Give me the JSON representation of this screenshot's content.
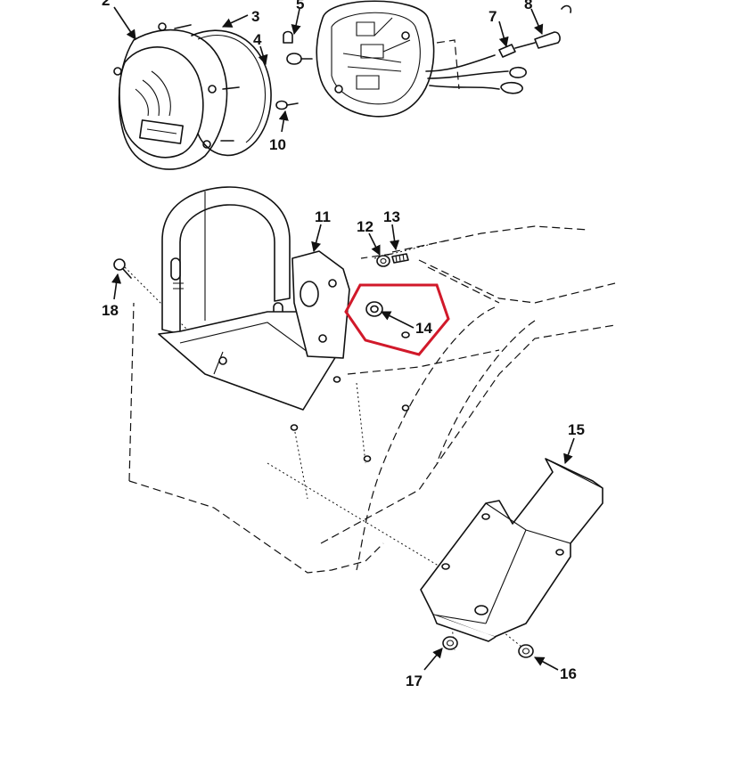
{
  "callouts": [
    {
      "id": "2",
      "label": "2"
    },
    {
      "id": "3",
      "label": "3"
    },
    {
      "id": "4",
      "label": "4"
    },
    {
      "id": "5",
      "label": "5"
    },
    {
      "id": "7",
      "label": "7"
    },
    {
      "id": "8",
      "label": "8"
    },
    {
      "id": "10",
      "label": "10"
    },
    {
      "id": "11",
      "label": "11"
    },
    {
      "id": "12",
      "label": "12"
    },
    {
      "id": "13",
      "label": "13"
    },
    {
      "id": "14",
      "label": "14"
    },
    {
      "id": "15",
      "label": "15"
    },
    {
      "id": "16",
      "label": "16"
    },
    {
      "id": "17",
      "label": "17"
    },
    {
      "id": "18",
      "label": "18"
    }
  ],
  "highlight": {
    "target": "14",
    "color": "#d1192a"
  }
}
